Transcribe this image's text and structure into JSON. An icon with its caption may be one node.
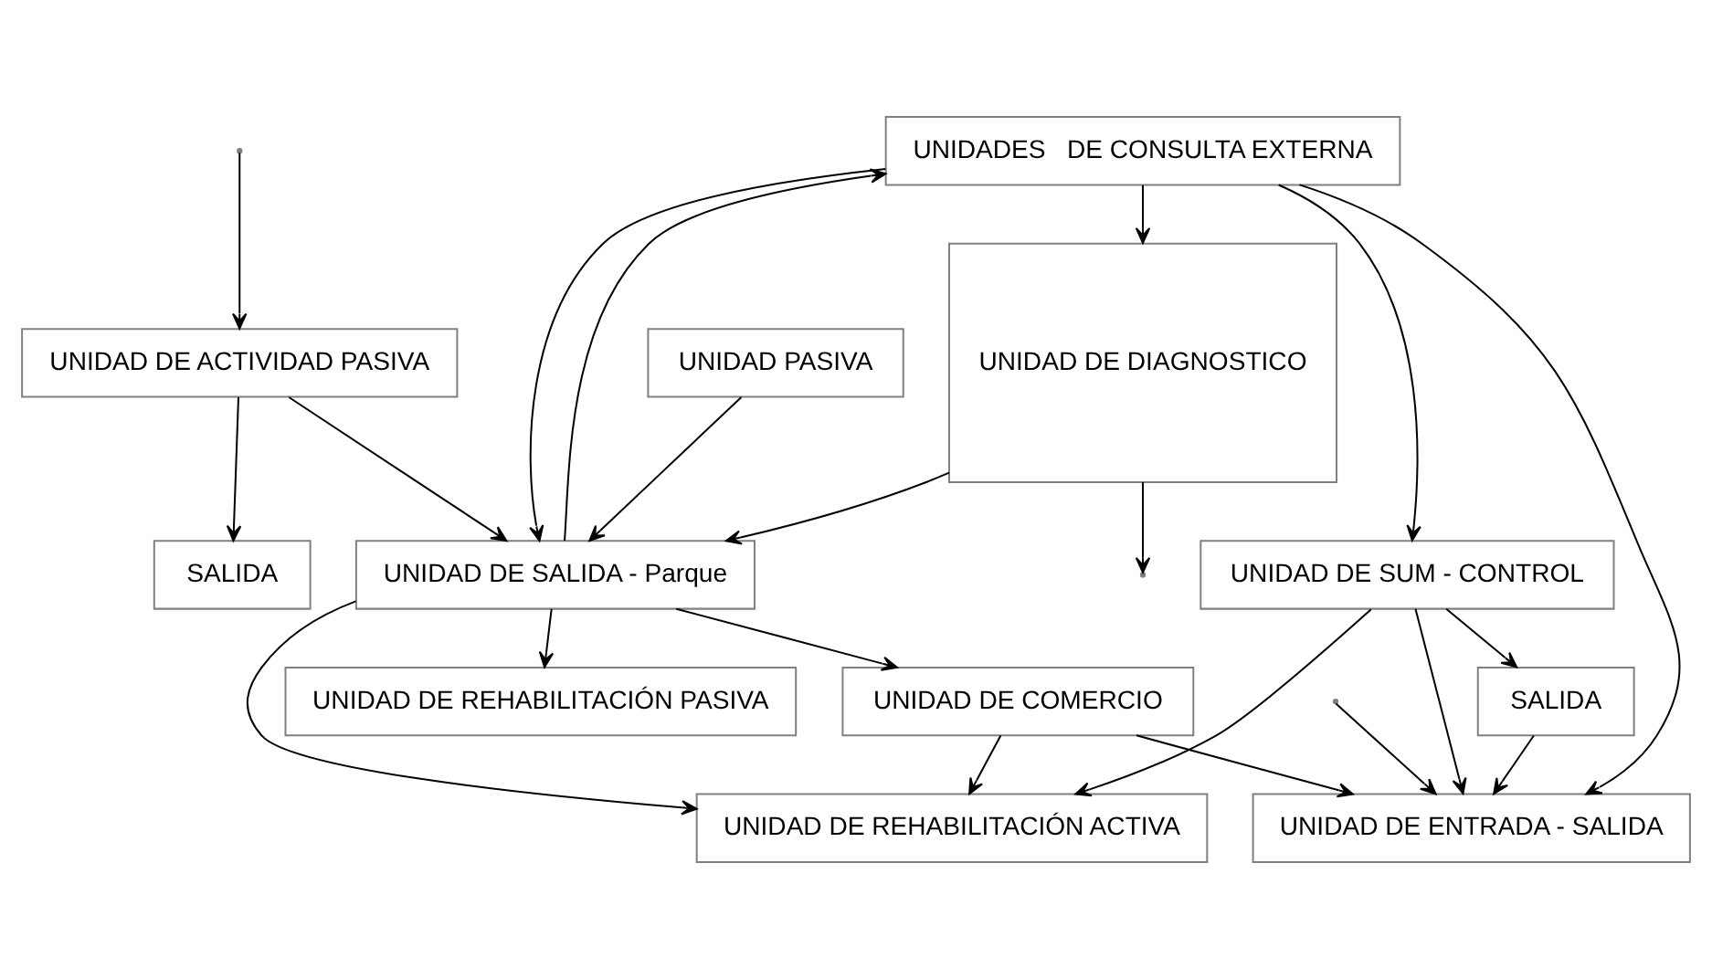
{
  "diagram": {
    "nodes": [
      {
        "text": [
          "UNIDAD DE REHABILITACIÓN ACTIVA"
        ]
      },
      {
        "text": [
          "UNIDAD PASIVA"
        ]
      },
      {
        "text": [
          "UNIDAD DE REHABILITACIÓN PASIVA"
        ]
      },
      {
        "text": [
          "UNIDAD DE ACTIVIDAD PASIVA"
        ]
      },
      {
        "text": [
          "SALIDA"
        ]
      },
      {
        "text": [
          "UNIDAD DE COMERCIO"
        ]
      },
      {
        "text": [
          "UNIDAD DE SALIDA - Parque"
        ]
      },
      {
        "text": [
          "UNIDAD DE DIAGNOSTICO"
        ]
      },
      {
        "text": [
          "UNIDAD DE SUM - CONTROL"
        ]
      },
      {
        "text": [
          "UNIDADES   DE CONSULTA EXTERNA"
        ]
      },
      {
        "text": [
          "SALIDA"
        ]
      },
      {
        "text": [
          "UNIDAD DE ENTRADA - SALIDA"
        ]
      }
    ],
    "edges": [
      {
        "from": 6,
        "to": 0,
        "arrow": "to"
      },
      {
        "from": 1,
        "to": 6,
        "arrow": "to"
      },
      {
        "from": 6,
        "to": 2,
        "arrow": "to"
      },
      {
        "from": 3,
        "to": 6,
        "arrow": "to"
      },
      {
        "from": 3,
        "to": 4,
        "arrow": "to"
      },
      {
        "from": 6,
        "to": 5,
        "arrow": "to"
      },
      {
        "from": 7,
        "to": 6,
        "arrow": "to"
      },
      {
        "from": 9,
        "to": 6,
        "arrow": "to"
      },
      {
        "from": 6,
        "to": 9,
        "arrow": "to"
      },
      {
        "from": 9,
        "to": 8,
        "arrow": "to"
      },
      {
        "from": 9,
        "to": 7,
        "arrow": "to"
      },
      {
        "from": 9,
        "to": 11,
        "arrow": "to"
      },
      {
        "from": 8,
        "to": 10,
        "arrow": "to"
      },
      {
        "from": 10,
        "to": 11,
        "arrow": "to"
      },
      {
        "from": 5,
        "to": 0,
        "arrow": "to"
      },
      {
        "from": 5,
        "to": 11,
        "arrow": "to"
      },
      {
        "from": 8,
        "to": 0,
        "arrow": "to"
      },
      {
        "from": 8,
        "to": 11,
        "arrow": "to"
      },
      {
        "from": null,
        "to": 3,
        "arrow": "to"
      },
      {
        "from": null,
        "to": 11,
        "arrow": "to"
      },
      {
        "from": 7,
        "to": null,
        "arrow": "to"
      }
    ]
  }
}
